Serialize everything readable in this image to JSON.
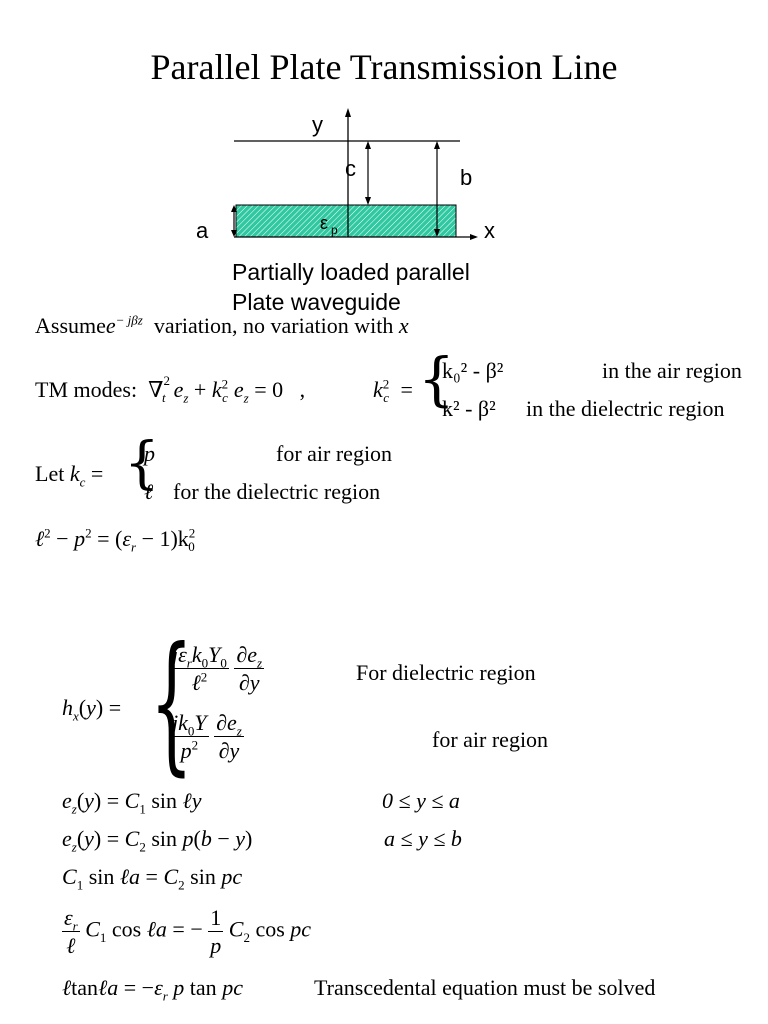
{
  "slide": {
    "title": "Parallel Plate Transmission Line"
  },
  "diagram": {
    "label_y": "y",
    "label_x": "x",
    "label_a": "a",
    "label_b": "b",
    "label_c": "c",
    "label_eps": "ε",
    "label_eps_sub": "p",
    "fill_color": "#2fc8a0",
    "caption_line1": "Partially loaded parallel",
    "caption_line2": "Plate waveguide"
  },
  "equations": {
    "assume_word": "Assume",
    "assume_exp": "− jβz",
    "assume_tail": "variation,   no variation with",
    "assume_var": "x",
    "tm_label": "TM modes:",
    "tm_sep": ",",
    "kc_case1_expr": "k₀² - β²",
    "kc_case1_text": "in the air region",
    "kc_case2_expr": "k² - β²",
    "kc_case2_text": "in the dielectric  region",
    "let_word": "Let",
    "let_case1_sym": "p",
    "let_case1_text": "for air region",
    "let_case2_sym": "ℓ",
    "let_case2_text": "for the dielectric region",
    "hx_case1_text": "For dielectric region",
    "hx_case2_text": "for air region",
    "ez1_range": "0 ≤ y ≤ a",
    "ez2_range": "a ≤ y ≤ b",
    "transcendental_text": "Transcedental equation  must be solved"
  }
}
